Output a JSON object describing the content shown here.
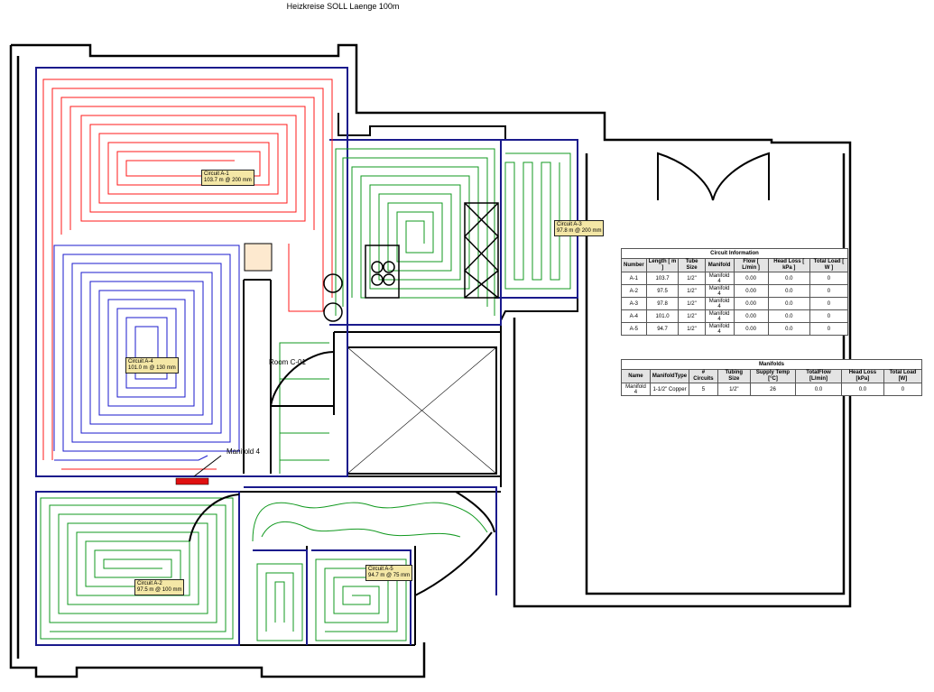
{
  "title": "Heizkreise SOLL Laenge 100m",
  "colors": {
    "wall": "#000000",
    "boundary": "#1a1a8c",
    "circuit_red": "#ff1a1a",
    "circuit_blue": "#1a1acc",
    "circuit_green": "#11991f",
    "manifold": "#e01010",
    "label_bg": "#f4e7a6"
  },
  "circuits": [
    {
      "id": "A-1",
      "label": "Circuit A-1",
      "detail": "103.7 m @ 200 mm",
      "color": "red"
    },
    {
      "id": "A-2",
      "label": "Circuit A-2",
      "detail": "97.5 m @ 100 mm",
      "color": "green"
    },
    {
      "id": "A-3",
      "label": "Circuit A-3",
      "detail": "97.8 m @ 200 mm",
      "color": "green"
    },
    {
      "id": "A-4",
      "label": "Circuit A-4",
      "detail": "101.0 m @ 130 mm",
      "color": "blue"
    },
    {
      "id": "A-5",
      "label": "Circuit A-5",
      "detail": "94.7 m @ 75 mm",
      "color": "green"
    }
  ],
  "room_label": "Room C-01",
  "manifold_label": "Manifold 4",
  "circuit_table": {
    "caption": "Circuit Information",
    "headers": [
      "Number",
      "Length [ m ]",
      "Tube Size",
      "Manifold",
      "Flow [ L/min ]",
      "Head Loss [ kPa ]",
      "Total Load [ W ]"
    ],
    "rows": [
      [
        "A-1",
        "103.7",
        "1/2\"",
        "Manifold 4",
        "0.00",
        "0.0",
        "0"
      ],
      [
        "A-2",
        "97.5",
        "1/2\"",
        "Manifold 4",
        "0.00",
        "0.0",
        "0"
      ],
      [
        "A-3",
        "97.8",
        "1/2\"",
        "Manifold 4",
        "0.00",
        "0.0",
        "0"
      ],
      [
        "A-4",
        "101.0",
        "1/2\"",
        "Manifold 4",
        "0.00",
        "0.0",
        "0"
      ],
      [
        "A-5",
        "94.7",
        "1/2\"",
        "Manifold 4",
        "0.00",
        "0.0",
        "0"
      ]
    ]
  },
  "manifold_table": {
    "caption": "Manifolds",
    "headers": [
      "Name",
      "ManifoldType",
      "# Circuits",
      "Tubing Size",
      "Supply Temp [°C]",
      "TotalFlow [L/min]",
      "Head Loss [kPa]",
      "Total Load [W]"
    ],
    "rows": [
      [
        "Manifold 4",
        "1-1/2\" Copper",
        "5",
        "1/2\"",
        "26",
        "0.0",
        "0.0",
        "0"
      ]
    ]
  }
}
